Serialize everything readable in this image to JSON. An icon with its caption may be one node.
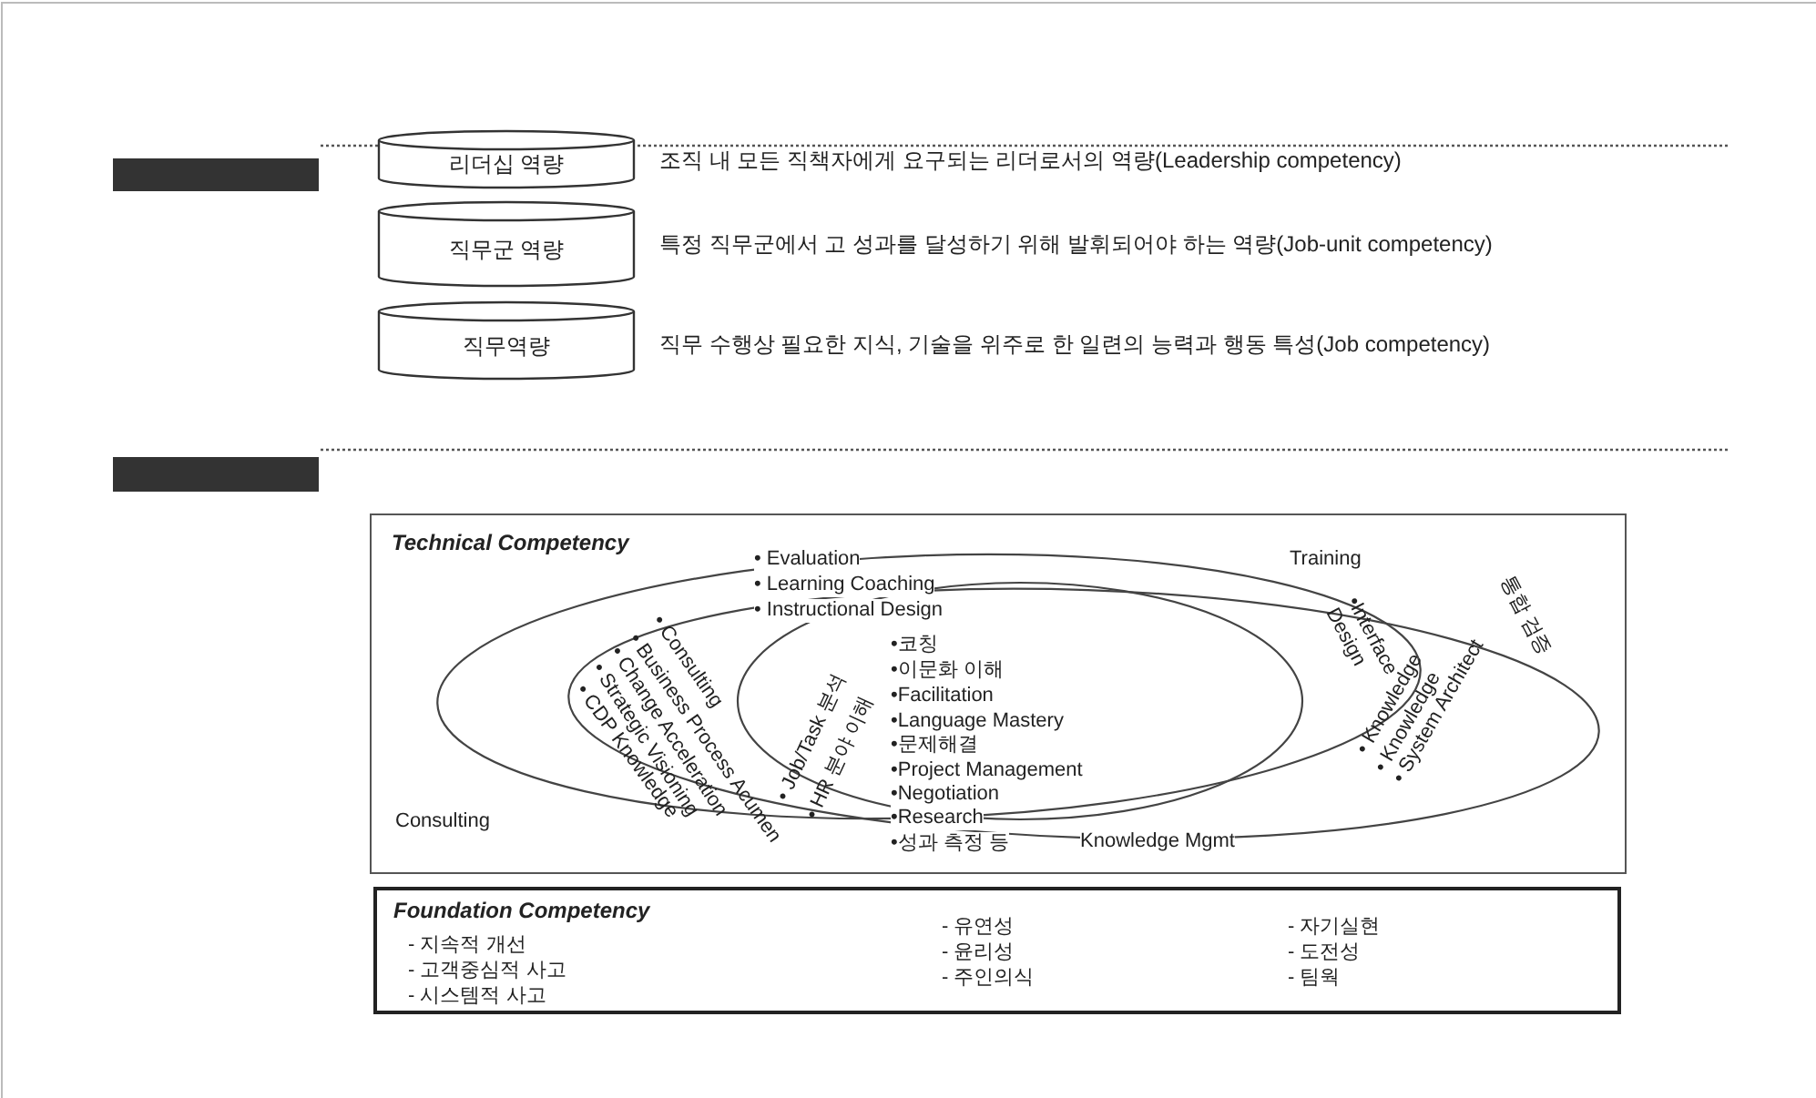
{
  "diagram": {
    "nodes": [
      {
        "text": [],
        "shape": "box"
      },
      {
        "text": [
          "리더십 역량"
        ],
        "beside": [
          "조직 내 모든 직책자에게 요구되는 리더로서의 역량(Leadership competency)"
        ]
      },
      {
        "text": [
          "직무군 역량"
        ],
        "beside": [
          "특정 직무군에서 고 성과를 달성하기 위해 발휘되어야 하는 역량(Job-unit competency)"
        ]
      },
      {
        "text": [
          "직무역량"
        ],
        "beside": [
          "직무 수행상 필요한 지식, 기술을 위주로 한 일련의 능력과 행동 특성(Job competency)"
        ]
      },
      {
        "text": [],
        "shape": "box"
      },
      {
        "text": [
          "Technical Competency"
        ]
      },
      {
        "text": [
          "Foundation Competency",
          "- 지속적 개선",
          "- 고객중심적 사고",
          "- 시스템적 사고",
          "- 유연성",
          "- 윤리성",
          "- 주인의식",
          "- 자기실현",
          "- 도전성",
          "- 팀웍"
        ]
      }
    ],
    "labels": [
      "• Evaluation",
      "Training",
      "• Learning Coaching",
      "• Instructional Design",
      "• Job/Task 분석",
      "• HR 분야 이해",
      "• Consulting",
      "• Business Process Acumen",
      "• Change Acceleration",
      "• Strategic Visioning",
      "• CDP Knowledge",
      "•Interface Design",
      "통합 검증",
      "• Knowledge",
      "• Knowledge",
      "• System Architect",
      "•코칭",
      "•이문화 이해",
      "•Facilitation",
      "•Language Mastery",
      "•문제해결",
      "•Project Management",
      "•Negotiation",
      "•Research",
      "•성과 측정 등",
      "Consulting",
      "Knowledge Mgmt"
    ]
  }
}
